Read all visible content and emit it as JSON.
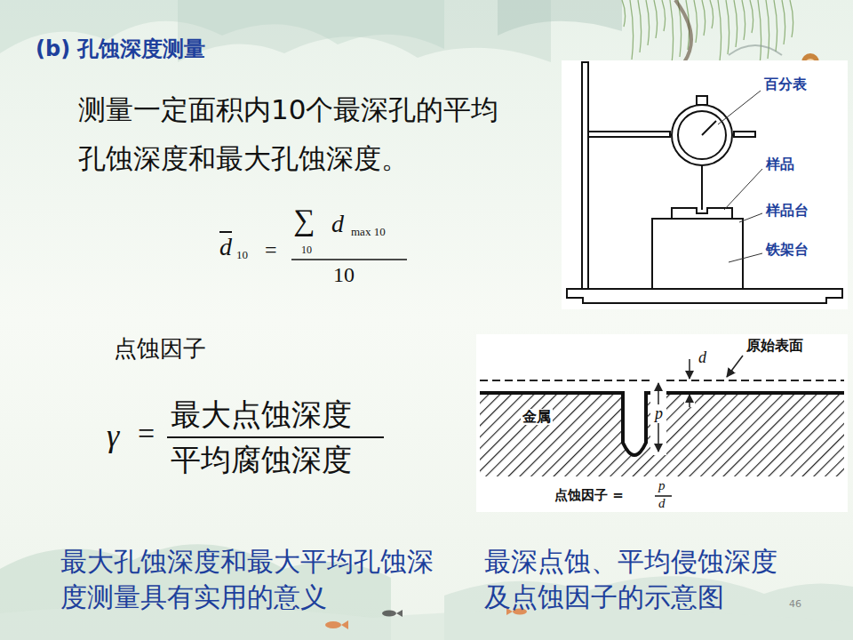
{
  "diagram": {
    "title": "(b) 孔蚀深度测量",
    "labels": [
      "测量一定面积内10个最深孔的平均孔蚀深度和最大孔蚀深度。",
      "d",
      "10",
      "=",
      "∑",
      "10",
      "d",
      "max 10",
      "10",
      "点蚀因子",
      "γ",
      "=",
      "最大点蚀深度",
      "平均腐蚀深度",
      "百分表",
      "样品",
      "样品台",
      "铁架台",
      "原始表面",
      "d",
      "金属",
      "p",
      "点蚀因子 =",
      "p",
      "d",
      "最大孔蚀深度和最大平均孔蚀深度测量具有实用的意义",
      "最深点蚀、平均侵蚀深度及点蚀因子的示意图",
      "46"
    ]
  }
}
